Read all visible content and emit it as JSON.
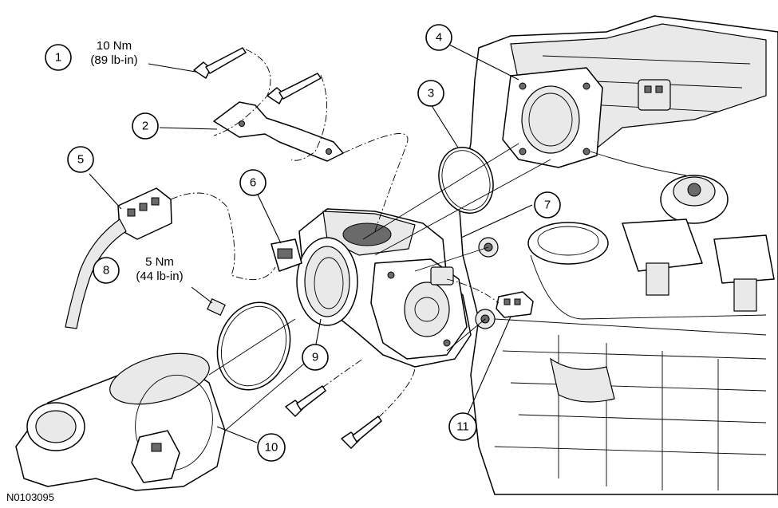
{
  "figure_id": "N0103095",
  "callouts": [
    {
      "number": "1",
      "torque": [
        "10 Nm",
        "(89 lb-in)"
      ]
    },
    {
      "number": "2"
    },
    {
      "number": "3"
    },
    {
      "number": "4"
    },
    {
      "number": "5"
    },
    {
      "number": "6"
    },
    {
      "number": "7"
    },
    {
      "number": "8",
      "torque": [
        "5 Nm",
        "(44 lb-in)"
      ]
    },
    {
      "number": "9"
    },
    {
      "number": "10"
    },
    {
      "number": "11"
    }
  ]
}
